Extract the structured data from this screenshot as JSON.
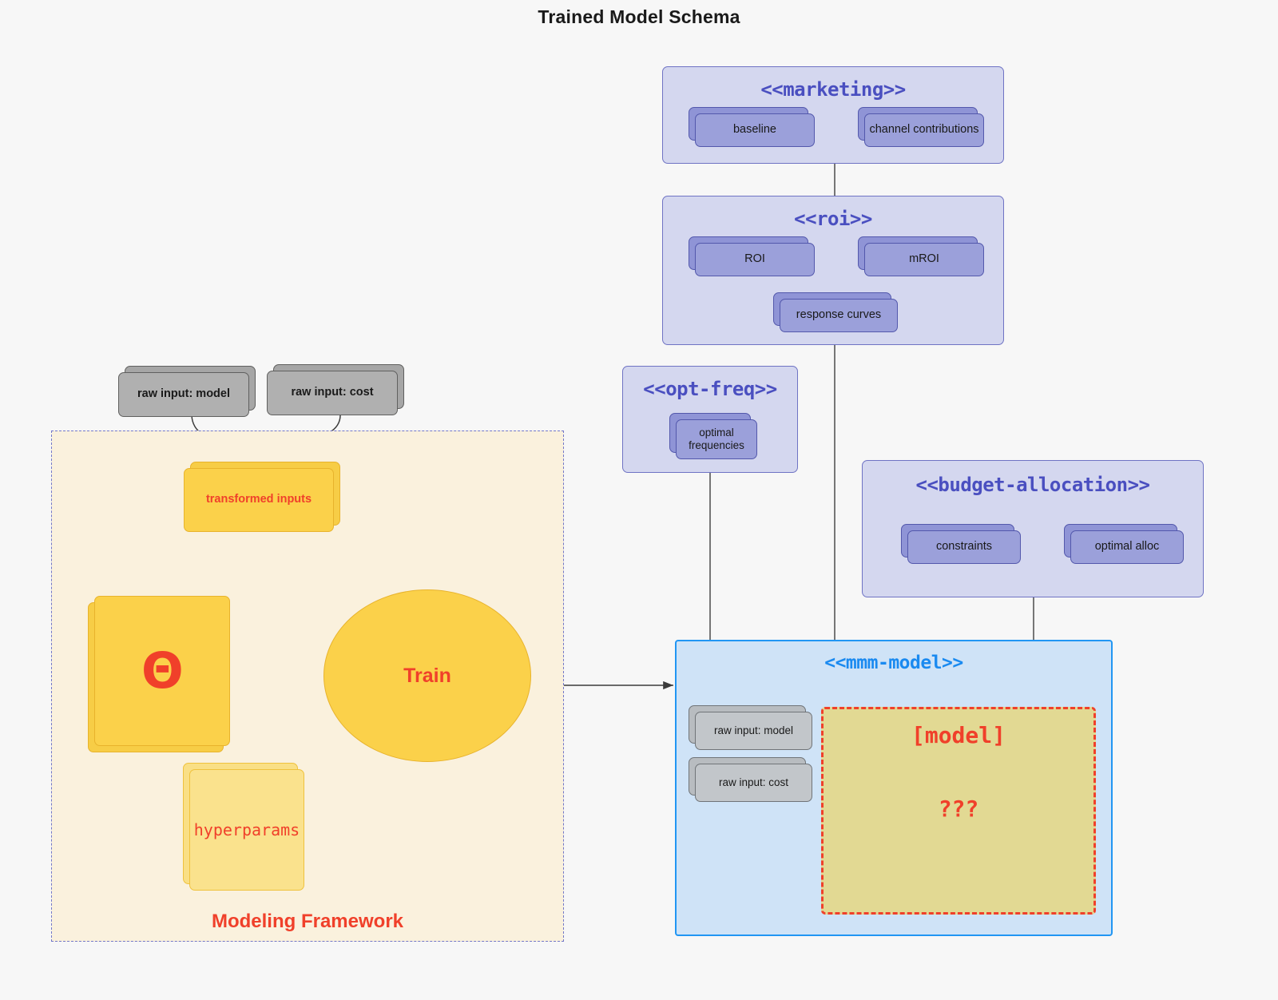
{
  "title": "Trained Model Schema",
  "packages": [
    {
      "id": "marketing",
      "title": "<<marketing>>",
      "nodes": [
        {
          "label": "baseline"
        },
        {
          "label": "channel contributions"
        }
      ]
    },
    {
      "id": "roi",
      "title": "<<roi>>",
      "nodes": [
        {
          "label": "ROI"
        },
        {
          "label": "mROI"
        },
        {
          "label": "response curves"
        }
      ]
    },
    {
      "id": "opt-freq",
      "title": "<<opt-freq>>",
      "nodes": [
        {
          "label": "optimal\nfrequencies"
        }
      ]
    },
    {
      "id": "budget-allocation",
      "title": "<<budget-allocation>>",
      "nodes": [
        {
          "label": "constraints"
        },
        {
          "label": "optimal alloc"
        }
      ]
    }
  ],
  "mmm_model": {
    "title": "<<mmm-model>>",
    "inputs": [
      {
        "label": "raw input: model"
      },
      {
        "label": "raw input: cost"
      }
    ],
    "model_box": {
      "label": "[model]",
      "question": "???"
    }
  },
  "framework": {
    "label": "Modeling Framework",
    "raw_inputs": [
      {
        "label": "raw input: model"
      },
      {
        "label": "raw input: cost"
      }
    ],
    "transformed_inputs": "transformed inputs",
    "theta": "Θ",
    "hyperparams": "hyperparams",
    "train": "Train"
  },
  "colors": {
    "page_background": "#f7f7f7",
    "package_fill": "#d4d7ef",
    "package_border": "#6f73c4",
    "package_title": "#4a4fc0",
    "node_fill": "#9ba0da",
    "node_border": "#5358ac",
    "gray_fill": "#b0b0b0",
    "gray_border": "#60605f",
    "amber_fill": "#fbd14a",
    "amber_border": "#e8b32c",
    "light_amber_fill": "#fae28d",
    "accent_red": "#f0402a",
    "mmm_fill": "#cfe3f7",
    "mmm_border": "#2196f3",
    "mmm_title": "#1a8af0",
    "model_box_fill": "#e2d993",
    "framework_fill": "#faf1dd",
    "framework_border": "#7277c9"
  }
}
